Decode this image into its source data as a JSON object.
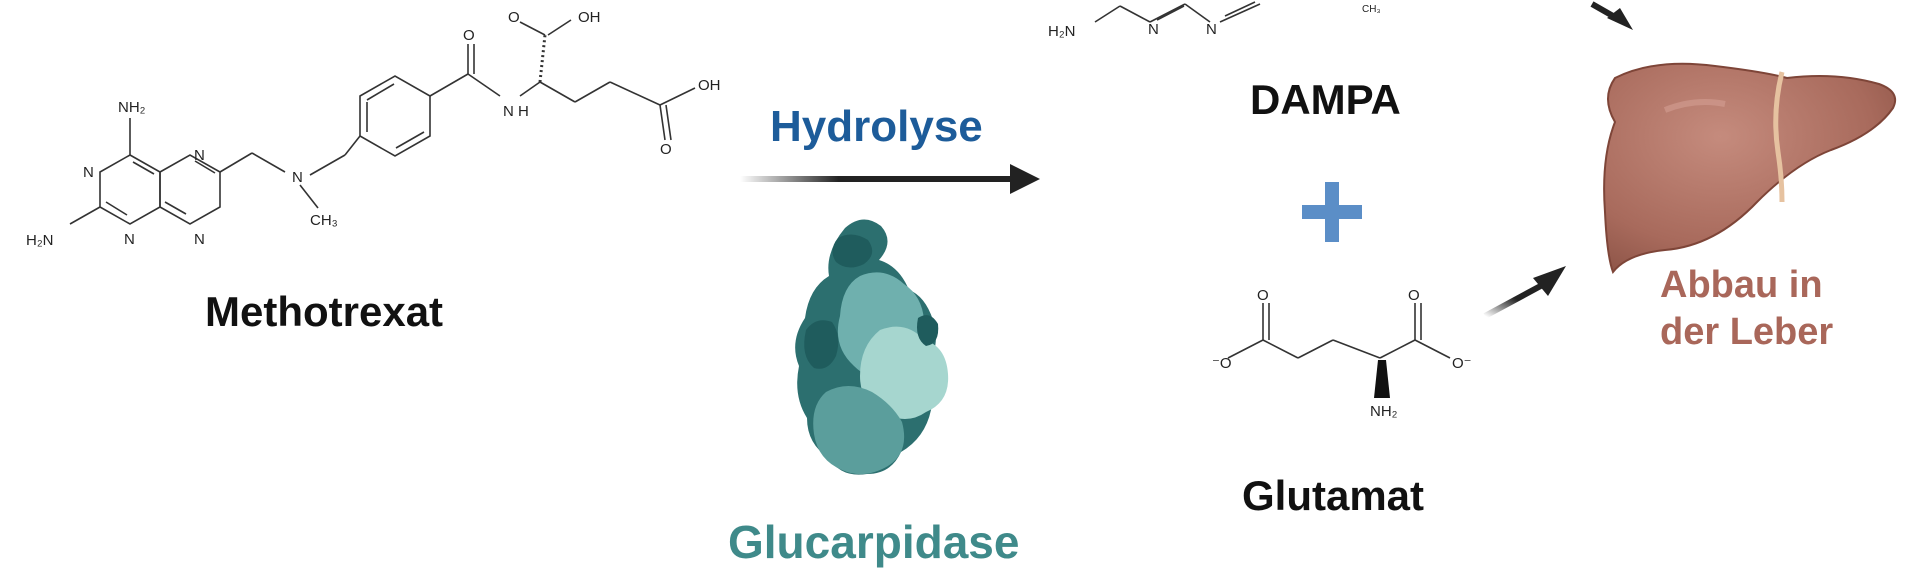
{
  "colors": {
    "black": "#111111",
    "hydrolysis_blue": "#1d5c9a",
    "plus_blue": "#5b8ec7",
    "enzyme_teal": "#3f8a8a",
    "liver_brown": "#a9675a"
  },
  "labels": {
    "methotrexate": "Methotrexat",
    "hydrolysis": "Hydrolyse",
    "enzyme": "Glucarpidase",
    "dampa": "DAMPA",
    "glutamate": "Glutamat",
    "liver_line1": "Abbau in",
    "liver_line2": "der Leber"
  },
  "atoms": {
    "nh2": "NH₂",
    "h2n": "H₂N",
    "n": "N",
    "o": "O",
    "oh": "OH",
    "ch3": "CH₃",
    "nh": "N\nH",
    "o_minus": "O⁻",
    "minus_o": "⁻O"
  },
  "icons": {
    "reaction_arrow": "arrow-right-icon",
    "plus": "plus-icon",
    "enzyme": "protein-icon",
    "liver": "liver-icon"
  }
}
